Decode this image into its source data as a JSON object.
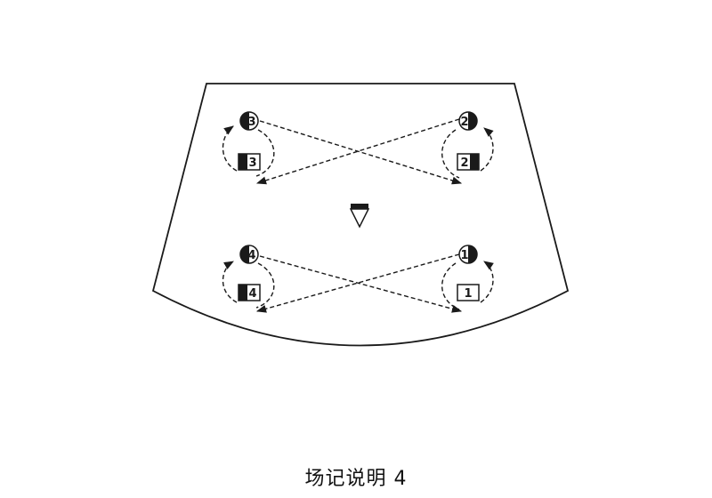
{
  "caption": "场记说明 4",
  "players": [
    {
      "id": "player-3",
      "number": "3",
      "style": "half-dark-left"
    },
    {
      "id": "player-2",
      "number": "2",
      "style": "half-dark-right"
    },
    {
      "id": "player-4",
      "number": "4",
      "style": "half-dark-left"
    },
    {
      "id": "player-1",
      "number": "1",
      "style": "half-dark-right"
    }
  ],
  "cones": [
    {
      "id": "cone-3",
      "number": "3",
      "style": "dark-left"
    },
    {
      "id": "cone-2",
      "number": "2",
      "style": "dark-right"
    },
    {
      "id": "cone-4",
      "number": "4",
      "style": "dark-left"
    },
    {
      "id": "cone-1",
      "number": "1",
      "style": "light"
    }
  ],
  "coach_icon": "coach-triangle-icon",
  "colors": {
    "line": "#1a1a1a",
    "fill_dark": "#1a1a1a",
    "background": "#ffffff"
  }
}
